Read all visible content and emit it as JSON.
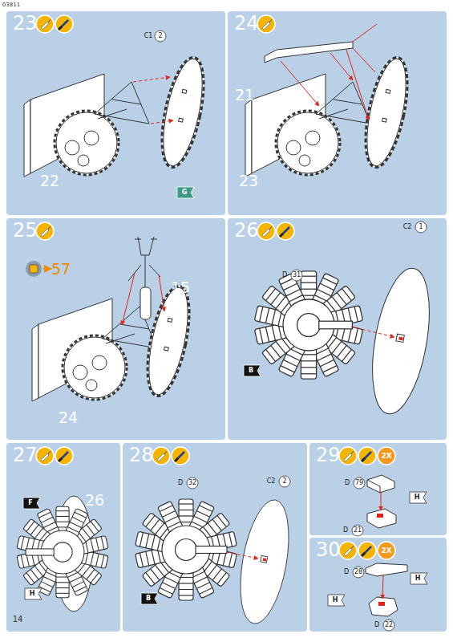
{
  "diagram": {
    "nodes": [
      {
        "text": [
          "23"
        ]
      },
      {
        "text": [
          "24"
        ]
      },
      {
        "text": [
          "25"
        ]
      },
      {
        "text": [
          "26"
        ]
      },
      {
        "text": [
          "27"
        ]
      },
      {
        "text": [
          "28"
        ]
      },
      {
        "text": [
          "29"
        ]
      },
      {
        "text": [
          "30"
        ]
      }
    ],
    "labels": [
      "03811",
      "C1",
      "2",
      "22",
      "G",
      "21",
      "23",
      "57",
      "15",
      "24",
      "D",
      "31",
      "C2",
      "1",
      "B",
      "F",
      "26",
      "H",
      "D",
      "32",
      "C2",
      "2",
      "B",
      "2X",
      "D",
      "79",
      "D",
      "21",
      "H",
      "2X",
      "D",
      "28",
      "H",
      "H",
      "D",
      "22",
      "14"
    ]
  }
}
